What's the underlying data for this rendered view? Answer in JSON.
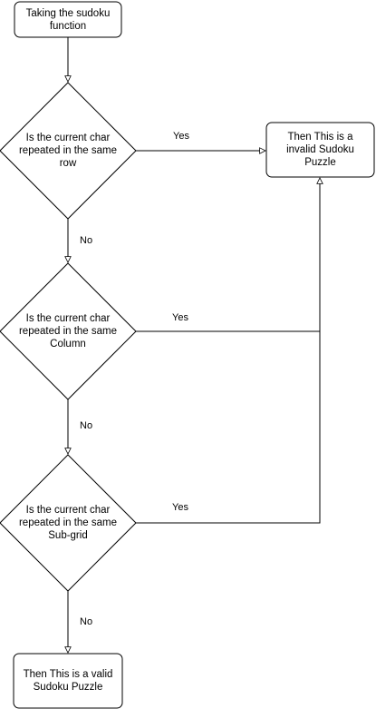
{
  "nodes": {
    "start": "Taking the sudoku\nfunction",
    "check_row": "Is the current char\nrepeated in the same\nrow",
    "check_column": "Is the current char\nrepeated in the same\nColumn",
    "check_subgrid": "Is the current char\nrepeated in the same\nSub-grid",
    "invalid": "Then This is a\ninvalid Sudoku\nPuzzle",
    "valid": "Then This is a valid\nSudoku Puzzle"
  },
  "edges": {
    "row_yes": "Yes",
    "row_no": "No",
    "column_yes": "Yes",
    "column_no": "No",
    "subgrid_yes": "Yes",
    "subgrid_no": "No"
  }
}
